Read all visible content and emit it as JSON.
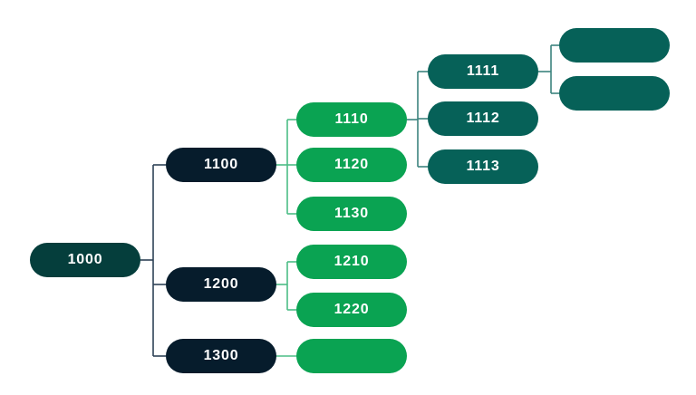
{
  "diagram": {
    "type": "tree",
    "title": "",
    "palette": {
      "root_fill": "#053E3C",
      "level1_fill": "#061C2C",
      "level2_fill": "#0AA352",
      "level3_fill": "#066158",
      "connector_root": "#2E4257",
      "connector_green": "#4CBD85",
      "connector_teal": "#3C847E",
      "node_text": "#FFFFFF",
      "background": "#FFFFFF"
    },
    "nodes": [
      {
        "id": "1000",
        "label": "1000",
        "parent": null,
        "style": "root"
      },
      {
        "id": "1100",
        "label": "1100",
        "parent": "1000",
        "style": "navy"
      },
      {
        "id": "1200",
        "label": "1200",
        "parent": "1000",
        "style": "navy"
      },
      {
        "id": "1300",
        "label": "1300",
        "parent": "1000",
        "style": "navy"
      },
      {
        "id": "1110",
        "label": "1110",
        "parent": "1100",
        "style": "green"
      },
      {
        "id": "1120",
        "label": "1120",
        "parent": "1100",
        "style": "green"
      },
      {
        "id": "1130",
        "label": "1130",
        "parent": "1100",
        "style": "green"
      },
      {
        "id": "1210",
        "label": "1210",
        "parent": "1200",
        "style": "green"
      },
      {
        "id": "1220",
        "label": "1220",
        "parent": "1200",
        "style": "green"
      },
      {
        "id": "1300-child",
        "label": "",
        "parent": "1300",
        "style": "green"
      },
      {
        "id": "1111",
        "label": "1111",
        "parent": "1110",
        "style": "teal"
      },
      {
        "id": "1112",
        "label": "1112",
        "parent": "1110",
        "style": "teal"
      },
      {
        "id": "1113",
        "label": "1113",
        "parent": "1110",
        "style": "teal"
      },
      {
        "id": "1111-child-1",
        "label": "",
        "parent": "1111",
        "style": "teal"
      },
      {
        "id": "1111-child-2",
        "label": "",
        "parent": "1111",
        "style": "teal"
      }
    ]
  }
}
